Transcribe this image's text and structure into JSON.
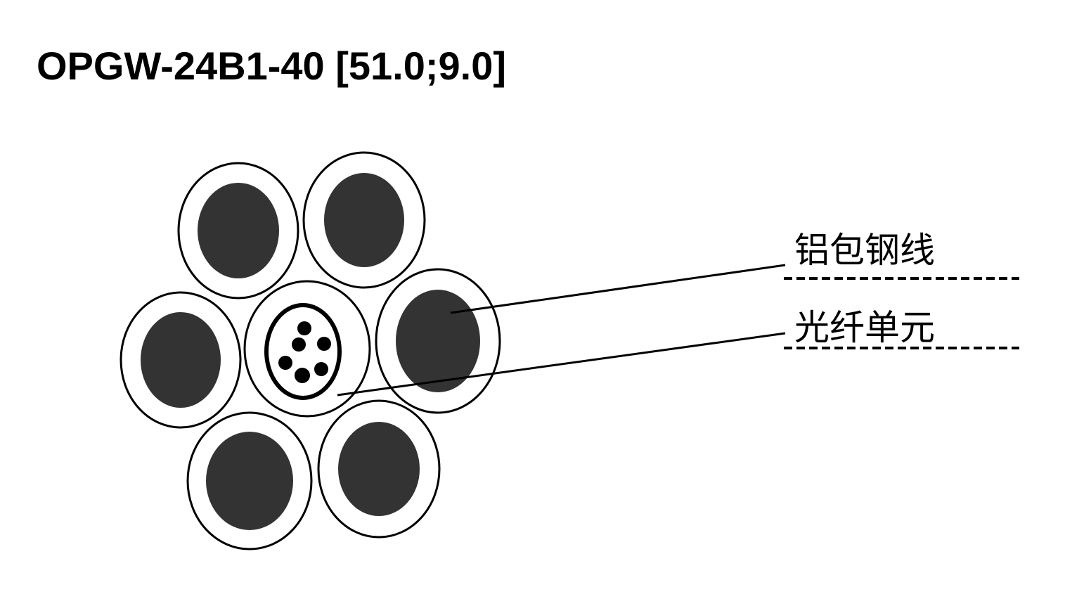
{
  "title": "OPGW-24B1-40 [51.0;9.0]",
  "callouts": [
    {
      "label": "铝包钢线",
      "target": "aluminum-clad-steel-wire"
    },
    {
      "label": "光纤单元",
      "target": "optical-fiber-unit"
    }
  ],
  "colors": {
    "outline": "#000000",
    "steel_core": "#333333",
    "cladding": "#ffffff",
    "fiber": "#000000"
  },
  "structure": {
    "outer_wire_count": 6,
    "center_unit": "optical-fiber-unit",
    "fiber_dot_count": 6
  }
}
